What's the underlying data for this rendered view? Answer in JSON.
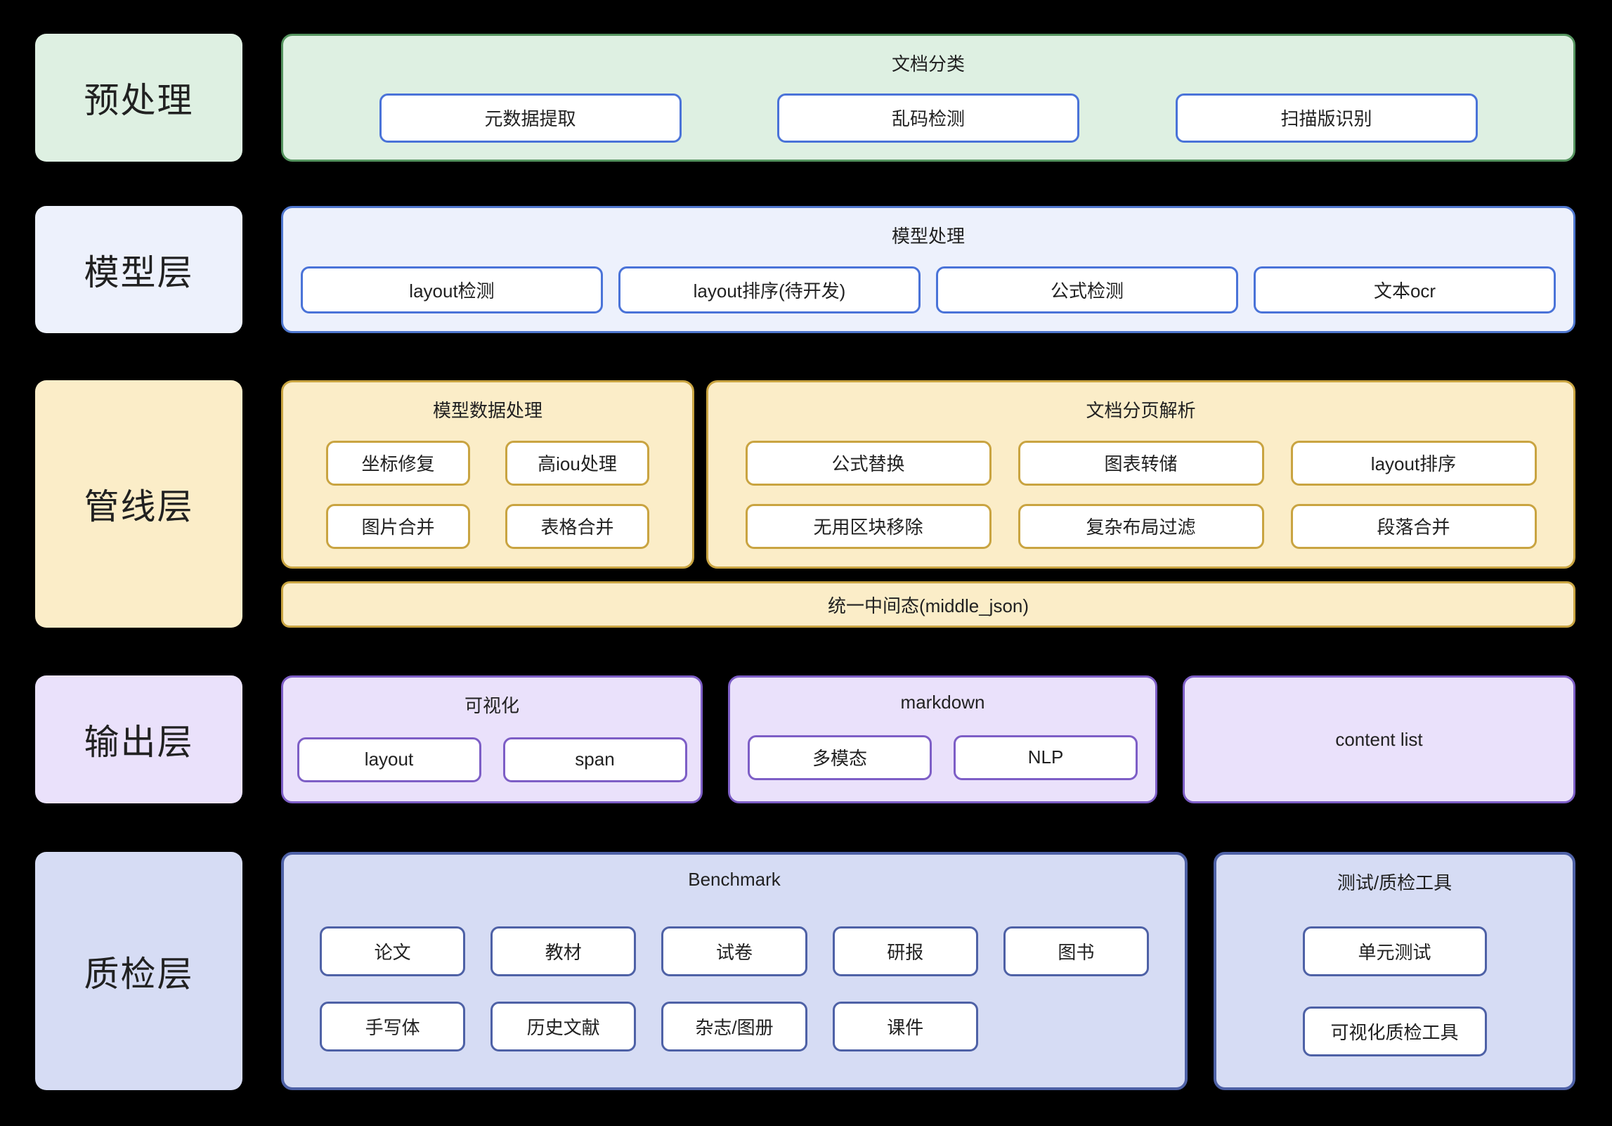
{
  "colors": {
    "canvas-bg": "#000000",
    "text": "#212121",
    "node-fill": "#ffffff",
    "green-fill": "#def0e2",
    "green-border": "#55945f",
    "blue-fill": "#edf1fc",
    "blue-border": "#4f77cf",
    "blue-node-border": "#4a73d8",
    "yellow-fill": "#fbedc8",
    "yellow-border": "#c9a441",
    "purple-fill": "#eae1fb",
    "purple-border": "#7d5ec6",
    "indigo-fill": "#d6dcf4",
    "indigo-border": "#4e61a6"
  },
  "layers": [
    {
      "label": "预处理",
      "groups": [
        {
          "title": "文档分类",
          "items": [
            "元数据提取",
            "乱码检测",
            "扫描版识别"
          ]
        }
      ]
    },
    {
      "label": "模型层",
      "groups": [
        {
          "title": "模型处理",
          "items": [
            "layout检测",
            "layout排序(待开发)",
            "公式检测",
            "文本ocr"
          ]
        }
      ]
    },
    {
      "label": "管线层",
      "groups": [
        {
          "title": "模型数据处理",
          "items": [
            "坐标修复",
            "高iou处理",
            "图片合并",
            "表格合并"
          ]
        },
        {
          "title": "文档分页解析",
          "items": [
            "公式替换",
            "图表转储",
            "layout排序",
            "无用区块移除",
            "复杂布局过滤",
            "段落合并"
          ]
        }
      ],
      "bar": "统一中间态(middle_json)"
    },
    {
      "label": "输出层",
      "groups": [
        {
          "title": "可视化",
          "items": [
            "layout",
            "span"
          ]
        },
        {
          "title": "markdown",
          "items": [
            "多模态",
            "NLP"
          ]
        },
        {
          "title": "content list",
          "items": []
        }
      ]
    },
    {
      "label": "质检层",
      "groups": [
        {
          "title": "Benchmark",
          "items": [
            "论文",
            "教材",
            "试卷",
            "研报",
            "图书",
            "手写体",
            "历史文献",
            "杂志/图册",
            "课件"
          ]
        },
        {
          "title": "测试/质检工具",
          "items": [
            "单元测试",
            "可视化质检工具"
          ]
        }
      ]
    }
  ]
}
